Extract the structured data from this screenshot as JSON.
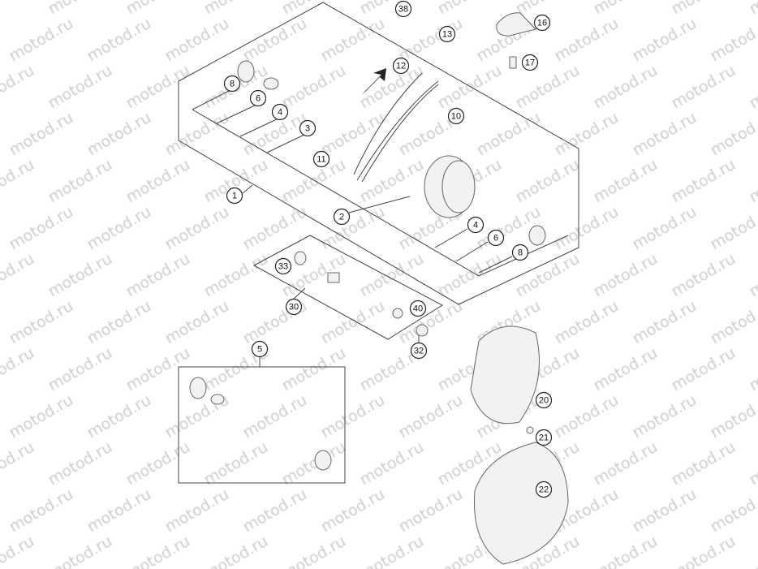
{
  "watermark": "motod.ru",
  "callouts": [
    "38",
    "16",
    "13",
    "17",
    "12",
    "8",
    "6",
    "4",
    "3",
    "10",
    "11",
    "1",
    "2",
    "4",
    "6",
    "8",
    "33",
    "30",
    "40",
    "32",
    "5",
    "20",
    "21",
    "22"
  ]
}
